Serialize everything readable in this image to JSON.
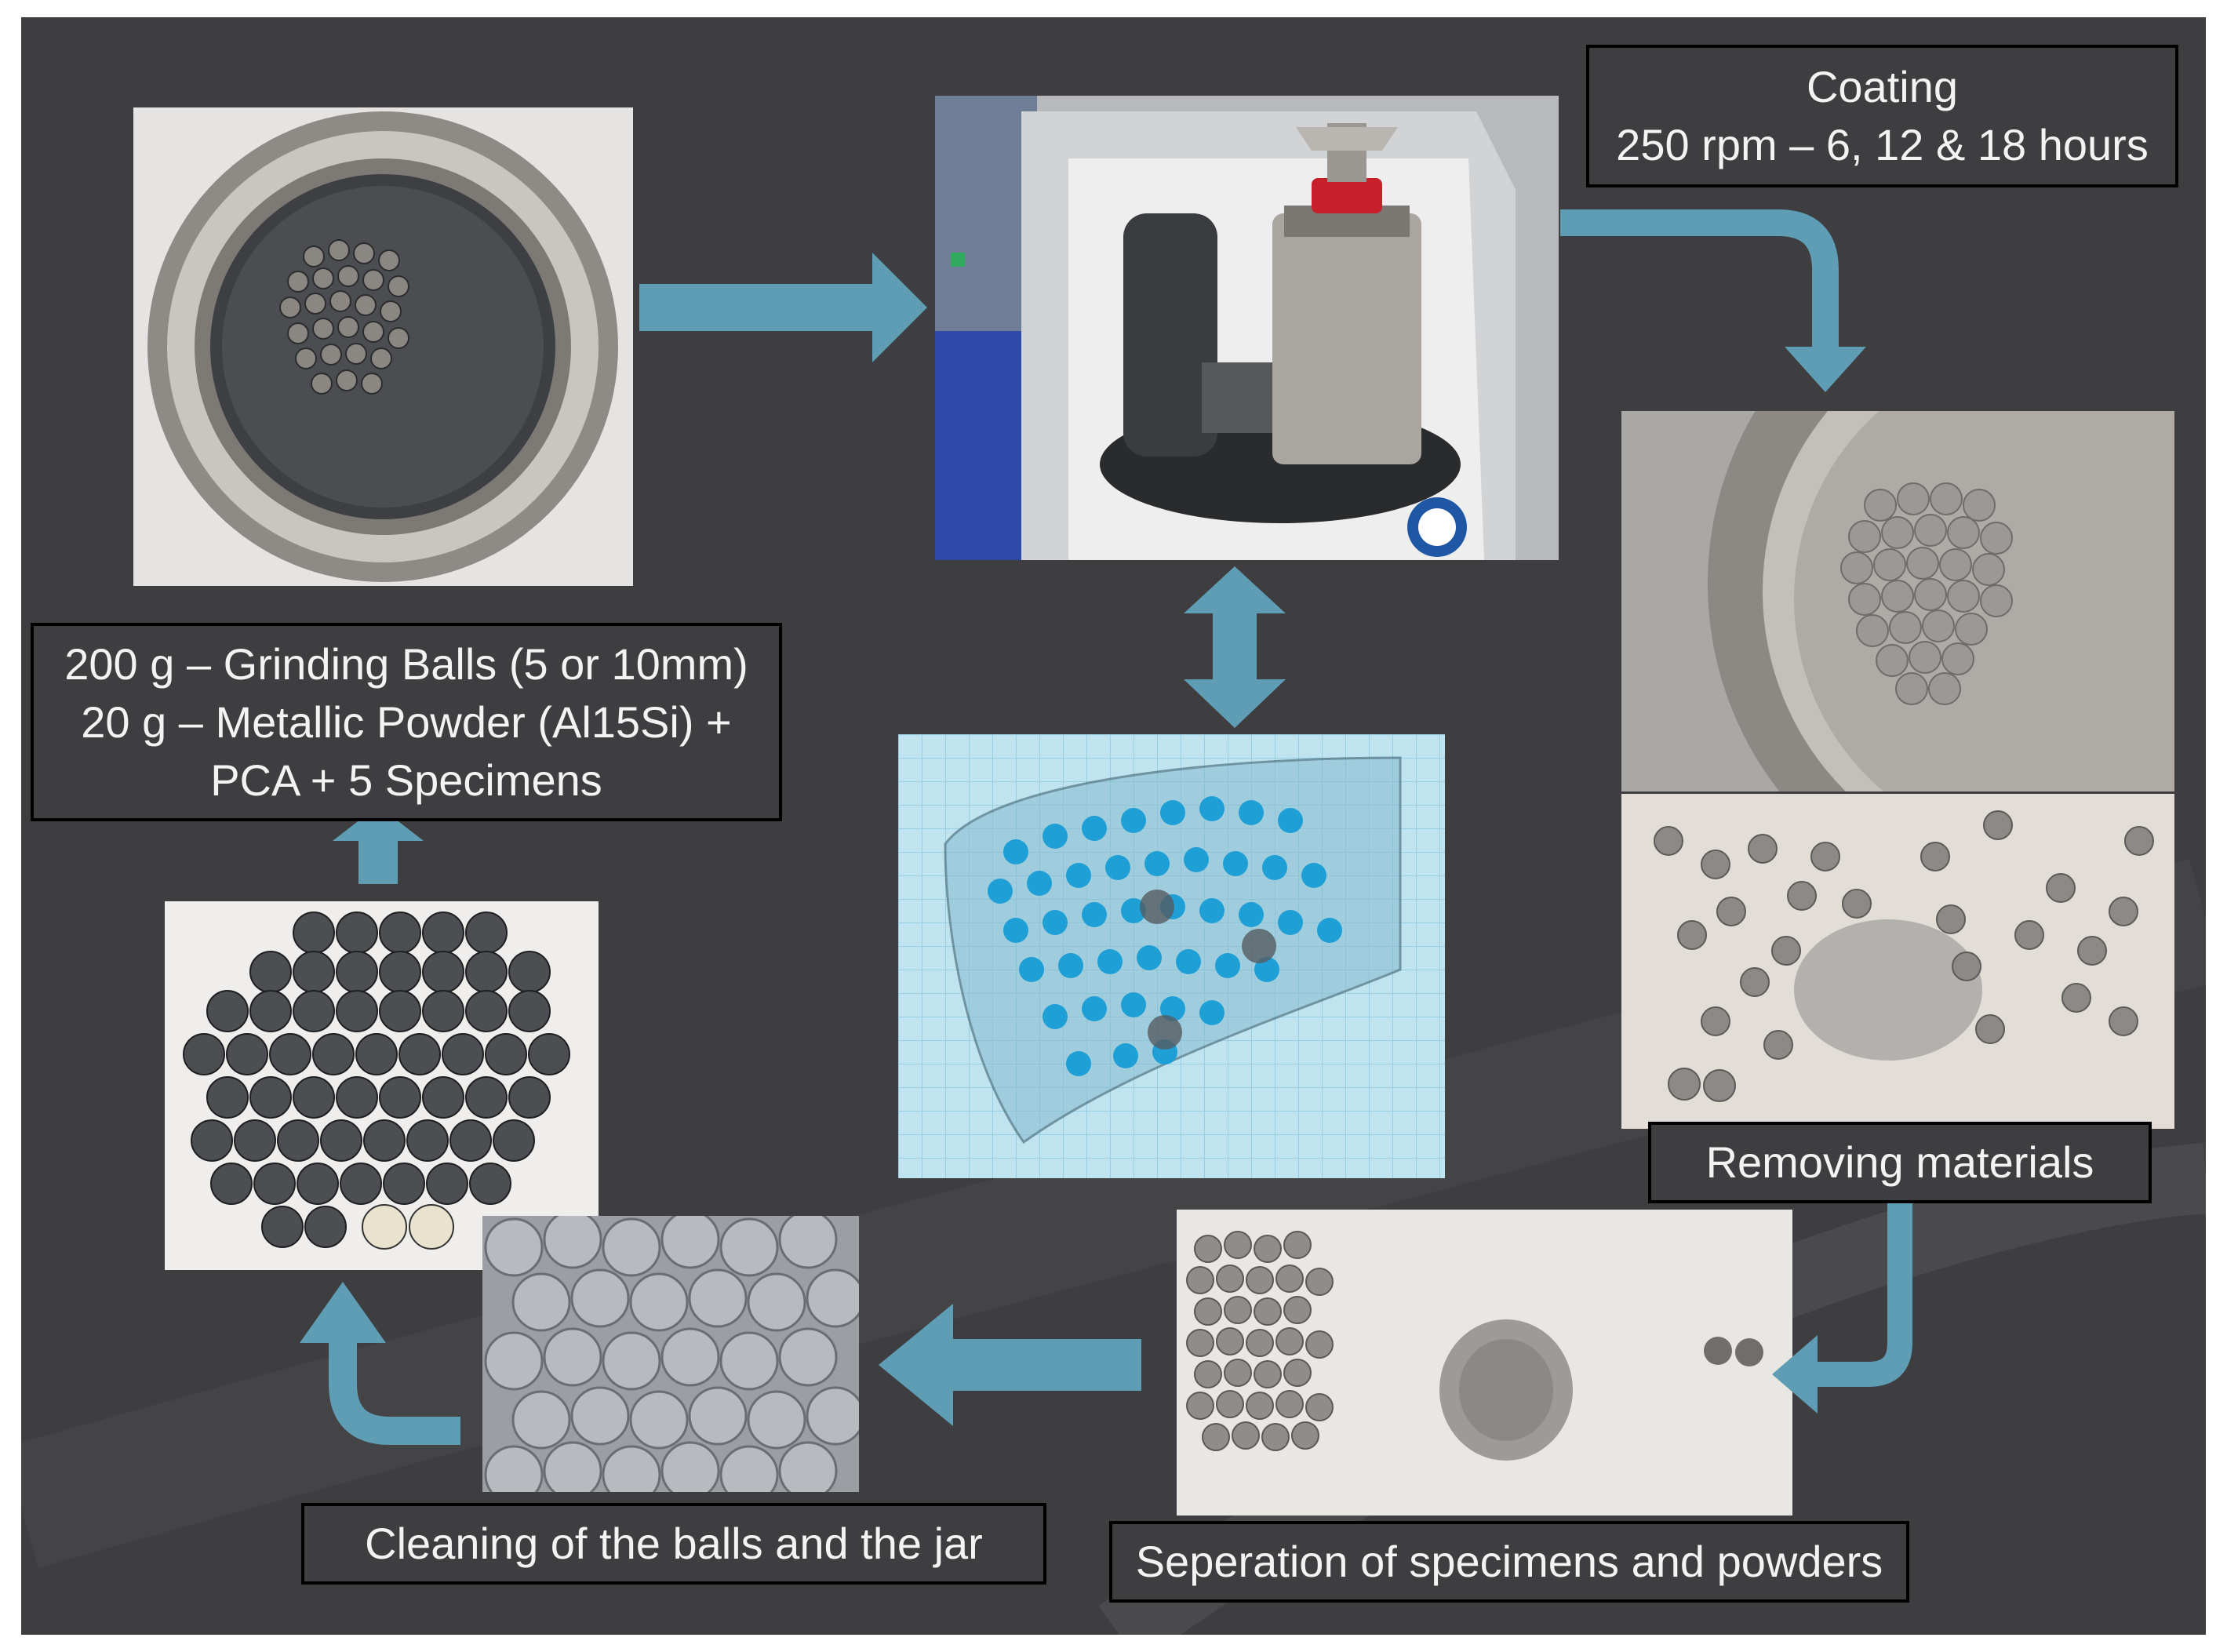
{
  "labels": {
    "coating": [
      "Coating",
      "250 rpm – 6, 12 & 18 hours"
    ],
    "charge": [
      "200 g – Grinding Balls (5 or 10mm)",
      "20 g – Metallic Powder (Al15Si)  +",
      "PCA + 5 Specimens"
    ],
    "removing": "Removing materials",
    "separation": "Seperation of specimens and powders",
    "cleaning": "Cleaning of the balls and the jar"
  },
  "colors": {
    "background": "#3e3e40",
    "arrow": "#5e9db4",
    "label_text": "#f3f3f3",
    "label_border": "#000000"
  }
}
